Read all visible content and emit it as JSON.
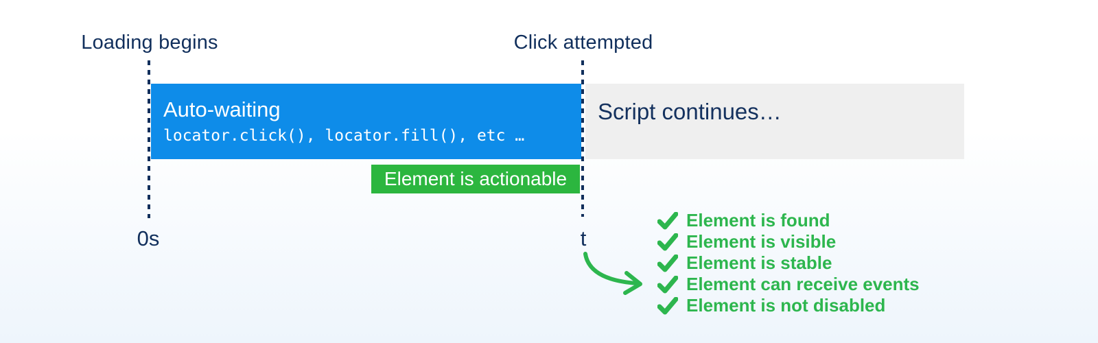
{
  "colors": {
    "navy": "#112f5c",
    "bar_blue": "#0e8ce9",
    "bar_gray": "#efefef",
    "green": "#2db64e",
    "badge_green": "#2cb63f",
    "background_bottom": "#eef5fc"
  },
  "timeline": {
    "start_marker": {
      "label": "Loading begins",
      "time_label": "0s"
    },
    "end_marker": {
      "label": "Click attempted",
      "time_label": "t"
    },
    "auto_waiting_bar": {
      "title": "Auto-waiting",
      "code": "locator.click(), locator.fill(), etc …"
    },
    "script_bar": {
      "label": "Script continues…"
    },
    "badge": {
      "label": "Element is actionable"
    }
  },
  "checklist": {
    "items": [
      "Element is found",
      "Element is visible",
      "Element is stable",
      "Element can receive events",
      "Element is not disabled"
    ]
  }
}
